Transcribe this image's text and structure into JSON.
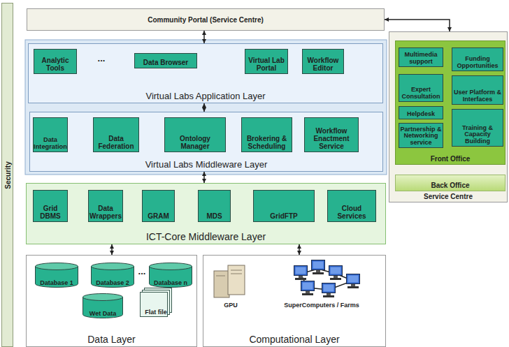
{
  "diagram": {
    "nodes": [
      {
        "text": [
          "Security"
        ]
      },
      {
        "text": [
          "Community Portal (Service Centre)"
        ]
      },
      {
        "text": [
          "Virtual Labs Application Layer"
        ]
      },
      {
        "text": [
          "Analytic Tools"
        ],
        "in": 2
      },
      {
        "text": [
          "Data Browser"
        ],
        "in": 2
      },
      {
        "text": [
          "Virtual Lab Portal"
        ],
        "in": 2
      },
      {
        "text": [
          "Workflow Editor"
        ],
        "in": 2
      },
      {
        "text": [
          "Virtual Labs Middleware Layer"
        ]
      },
      {
        "text": [
          "Data Integration"
        ],
        "in": 7
      },
      {
        "text": [
          "Data Federation"
        ],
        "in": 7
      },
      {
        "text": [
          "Ontology Manager"
        ],
        "in": 7
      },
      {
        "text": [
          "Brokering & Scheduling"
        ],
        "in": 7
      },
      {
        "text": [
          "Workflow Enactment Service"
        ],
        "in": 7
      },
      {
        "text": [
          "ICT-Core Middleware Layer"
        ]
      },
      {
        "text": [
          "Grid DBMS"
        ],
        "in": 13
      },
      {
        "text": [
          "Data Wrappers"
        ],
        "in": 13
      },
      {
        "text": [
          "GRAM"
        ],
        "in": 13
      },
      {
        "text": [
          "MDS"
        ],
        "in": 13
      },
      {
        "text": [
          "GridFTP"
        ],
        "in": 13
      },
      {
        "text": [
          "Cloud Services"
        ],
        "in": 13
      },
      {
        "text": [
          "Data Layer"
        ]
      },
      {
        "text": [
          "Database 1"
        ],
        "in": 20
      },
      {
        "text": [
          "Database 2"
        ],
        "in": 20
      },
      {
        "text": [
          "Database n"
        ],
        "in": 20
      },
      {
        "text": [
          "Wet Data"
        ],
        "in": 20
      },
      {
        "text": [
          "Flat file"
        ],
        "in": 20
      },
      {
        "text": [
          "Computational Layer"
        ]
      },
      {
        "text": [
          "Service Centre"
        ]
      },
      {
        "text": [
          "Front Office"
        ],
        "in": 27
      },
      {
        "text": [
          "Multimedia support"
        ],
        "in": 28
      },
      {
        "text": [
          "Funding Opportunities"
        ],
        "in": 28
      },
      {
        "text": [
          "Expert Consultation"
        ],
        "in": 28
      },
      {
        "text": [
          "User Platform & Interfaces"
        ],
        "in": 28
      },
      {
        "text": [
          "Helpdesk"
        ],
        "in": 28
      },
      {
        "text": [
          "Training & Capacity Building"
        ],
        "in": 28
      },
      {
        "text": [
          "Partnership & Networking service"
        ],
        "in": 28
      },
      {
        "text": [
          "Back Office"
        ],
        "in": 27
      }
    ],
    "edges": [
      {
        "from": 1,
        "to": 2,
        "arrow": "both"
      },
      {
        "from": 2,
        "to": 7,
        "arrow": "both"
      },
      {
        "from": 7,
        "to": 13,
        "arrow": "both"
      },
      {
        "from": 13,
        "to": 20,
        "arrow": "both"
      },
      {
        "from": 13,
        "to": 26,
        "arrow": "both"
      },
      {
        "from": 27,
        "to": 1,
        "arrow": "both"
      }
    ],
    "labels": [
      "...",
      "...",
      "GPU",
      "SuperComputers / Farms"
    ]
  }
}
